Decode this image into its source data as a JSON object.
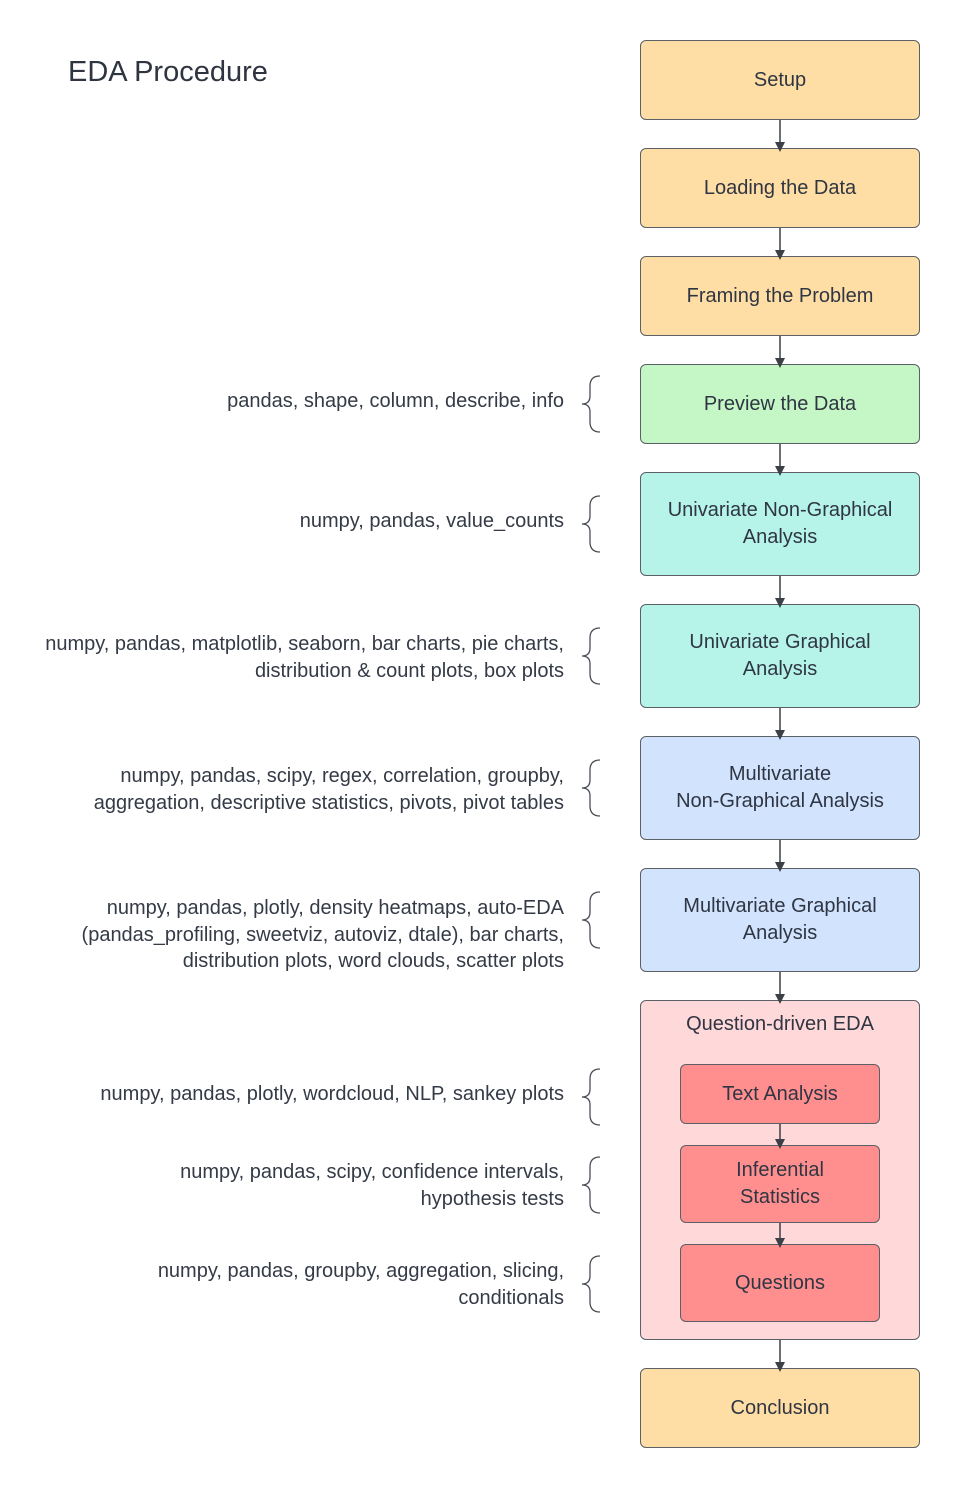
{
  "title": "EDA Procedure",
  "steps": {
    "setup": "Setup",
    "loading": "Loading the Data",
    "framing": "Framing the Problem",
    "preview": "Preview the Data",
    "univariate_nongraphical": "Univariate Non-Graphical Analysis",
    "univariate_graphical": "Univariate Graphical Analysis",
    "multivariate_nongraphical_line1": "Multivariate",
    "multivariate_nongraphical_line2": "Non-Graphical Analysis",
    "multivariate_graphical": "Multivariate Graphical Analysis",
    "question_driven": "Question-driven EDA",
    "text_analysis": "Text Analysis",
    "inferential": "Inferential Statistics",
    "questions": "Questions",
    "conclusion": "Conclusion"
  },
  "notes": {
    "preview": "pandas, shape, column, describe, info",
    "univariate_nongraphical": "numpy, pandas, value_counts",
    "univariate_graphical": "numpy, pandas, matplotlib, seaborn, bar charts, pie charts, distribution & count plots, box plots",
    "multivariate_nongraphical": "numpy, pandas, scipy, regex, correlation, groupby, aggregation, descriptive statistics, pivots, pivot tables",
    "multivariate_graphical": "numpy, pandas, plotly, density heatmaps, auto-EDA (pandas_profiling, sweetviz, autoviz, dtale), bar charts, distribution plots, word clouds, scatter plots",
    "text_analysis": "numpy, pandas, plotly, wordcloud, NLP, sankey plots",
    "inferential": "numpy, pandas, scipy, confidence intervals, hypothesis tests",
    "questions": "numpy, pandas, groupby, aggregation, slicing, conditionals"
  },
  "colors": {
    "orange": "#ffdea5",
    "green": "#c4f6c6",
    "teal": "#b6f4ea",
    "blue": "#d1e3fd",
    "pink": "#ffd8d9",
    "red": "#ff8f8f"
  }
}
